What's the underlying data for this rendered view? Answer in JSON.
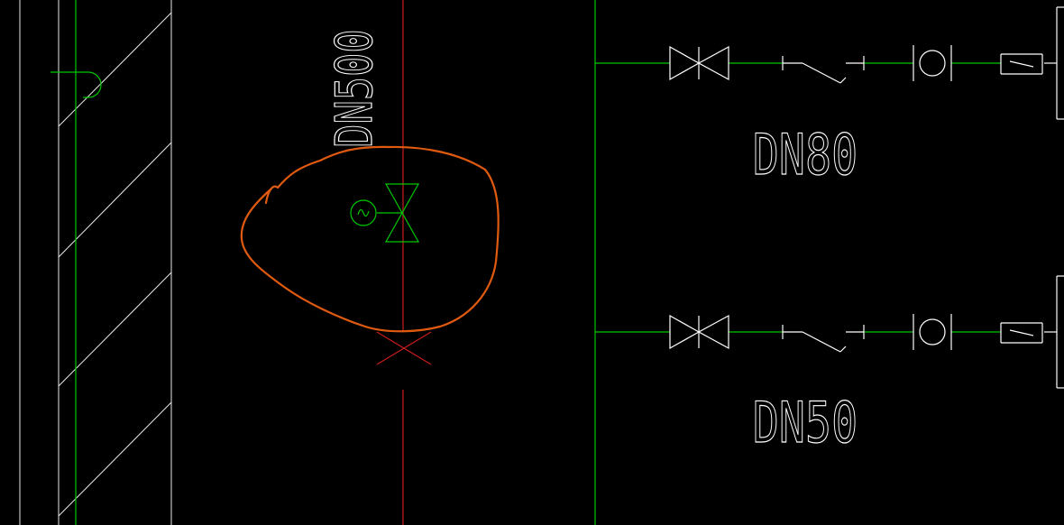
{
  "drawing": {
    "main_pipe_label": "DN500",
    "branch_upper_label": "DN80",
    "branch_lower_label": "DN50"
  },
  "colors": {
    "background": "#000000",
    "wall_lines": "#e8e8e8",
    "pipe_green": "#00c800",
    "main_pipe_red": "#c81e1e",
    "fittings_white": "#ffffff",
    "markup_orange": "#e05a10"
  },
  "icons": {
    "main_valve": "motorized-butterfly-valve-icon",
    "branch_gate_valve": "gate-valve-icon",
    "branch_check_valve": "check-valve-icon",
    "branch_meter": "flow-meter-icon",
    "branch_reducer": "reducer-icon",
    "pipe_hook": "pipe-bend-icon",
    "pipe_break": "pipe-break-icon"
  }
}
